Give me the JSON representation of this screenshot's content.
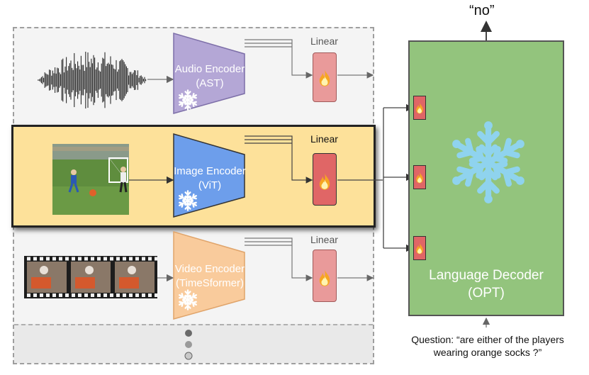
{
  "output": {
    "answer": "“no”"
  },
  "question": {
    "line1": "Question: “are either of the players",
    "line2": "wearing orange socks ?”"
  },
  "decoder": {
    "name": "Language Decoder",
    "model": "(OPT)",
    "color": "#93c47d"
  },
  "encoders": [
    {
      "name": "Audio Encoder",
      "model": "(AST)",
      "color": "#b4a7d6",
      "linear_label": "Linear",
      "linear_color": "#e99a9a"
    },
    {
      "name": "Image Encoder",
      "model": "(ViT)",
      "color": "#6d9eeb",
      "linear_label": "Linear",
      "linear_color": "#e06666"
    },
    {
      "name": "Video Encoder",
      "model": "(TimeSformer)",
      "color": "#f9cb9c",
      "linear_label": "Linear",
      "linear_color": "#e99a9a"
    }
  ],
  "icons": {
    "frozen": "snowflake-icon",
    "trainable": "flame-icon",
    "more": "ellipsis-dots-icon"
  }
}
